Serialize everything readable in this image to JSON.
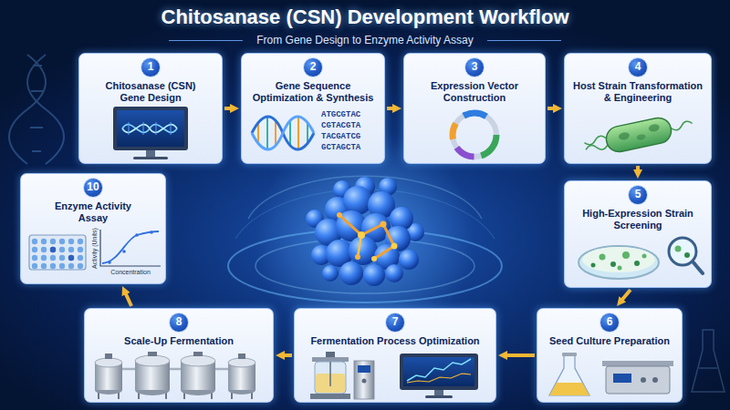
{
  "diagram": {
    "title": "Chitosanase (CSN) Development Workflow",
    "nodes": [
      {
        "text": [
          "1",
          "Chitosanase (CSN) Gene Design"
        ]
      },
      {
        "text": [
          "2",
          "Gene Sequence Optimization & Synthesis"
        ]
      },
      {
        "text": [
          "3",
          "Expression Vector Construction"
        ]
      },
      {
        "text": [
          "4",
          "Host Strain Transformation & Engineering"
        ]
      },
      {
        "text": [
          "5",
          "High-Expression Strain Screening"
        ]
      },
      {
        "text": [
          "6",
          "Seed Culture Preparation"
        ]
      },
      {
        "text": [
          "7",
          "Fermentation Process Optimization"
        ]
      },
      {
        "text": [
          "8",
          "Scale-Up Fermentation"
        ]
      },
      {
        "text": [
          "10",
          "Enzyme Activity Assay"
        ]
      }
    ],
    "edges": [
      {
        "from": 0,
        "to": 1,
        "arrow": "to"
      },
      {
        "from": 1,
        "to": 2,
        "arrow": "to"
      },
      {
        "from": 2,
        "to": 3,
        "arrow": "to"
      },
      {
        "from": 3,
        "to": 4,
        "arrow": "to"
      },
      {
        "from": 4,
        "to": 5,
        "arrow": "to"
      },
      {
        "from": 5,
        "to": 6,
        "arrow": "to"
      },
      {
        "from": 6,
        "to": 7,
        "arrow": "to"
      },
      {
        "from": 7,
        "to": 8,
        "arrow": "to"
      }
    ],
    "labels": [
      "From Gene Design to Enzyme Activity Assay",
      "ATGCGTAC",
      "CGTACGTA",
      "TACGATCG",
      "GCTAGCTA",
      "Activity (Units)",
      "Concentration"
    ]
  }
}
